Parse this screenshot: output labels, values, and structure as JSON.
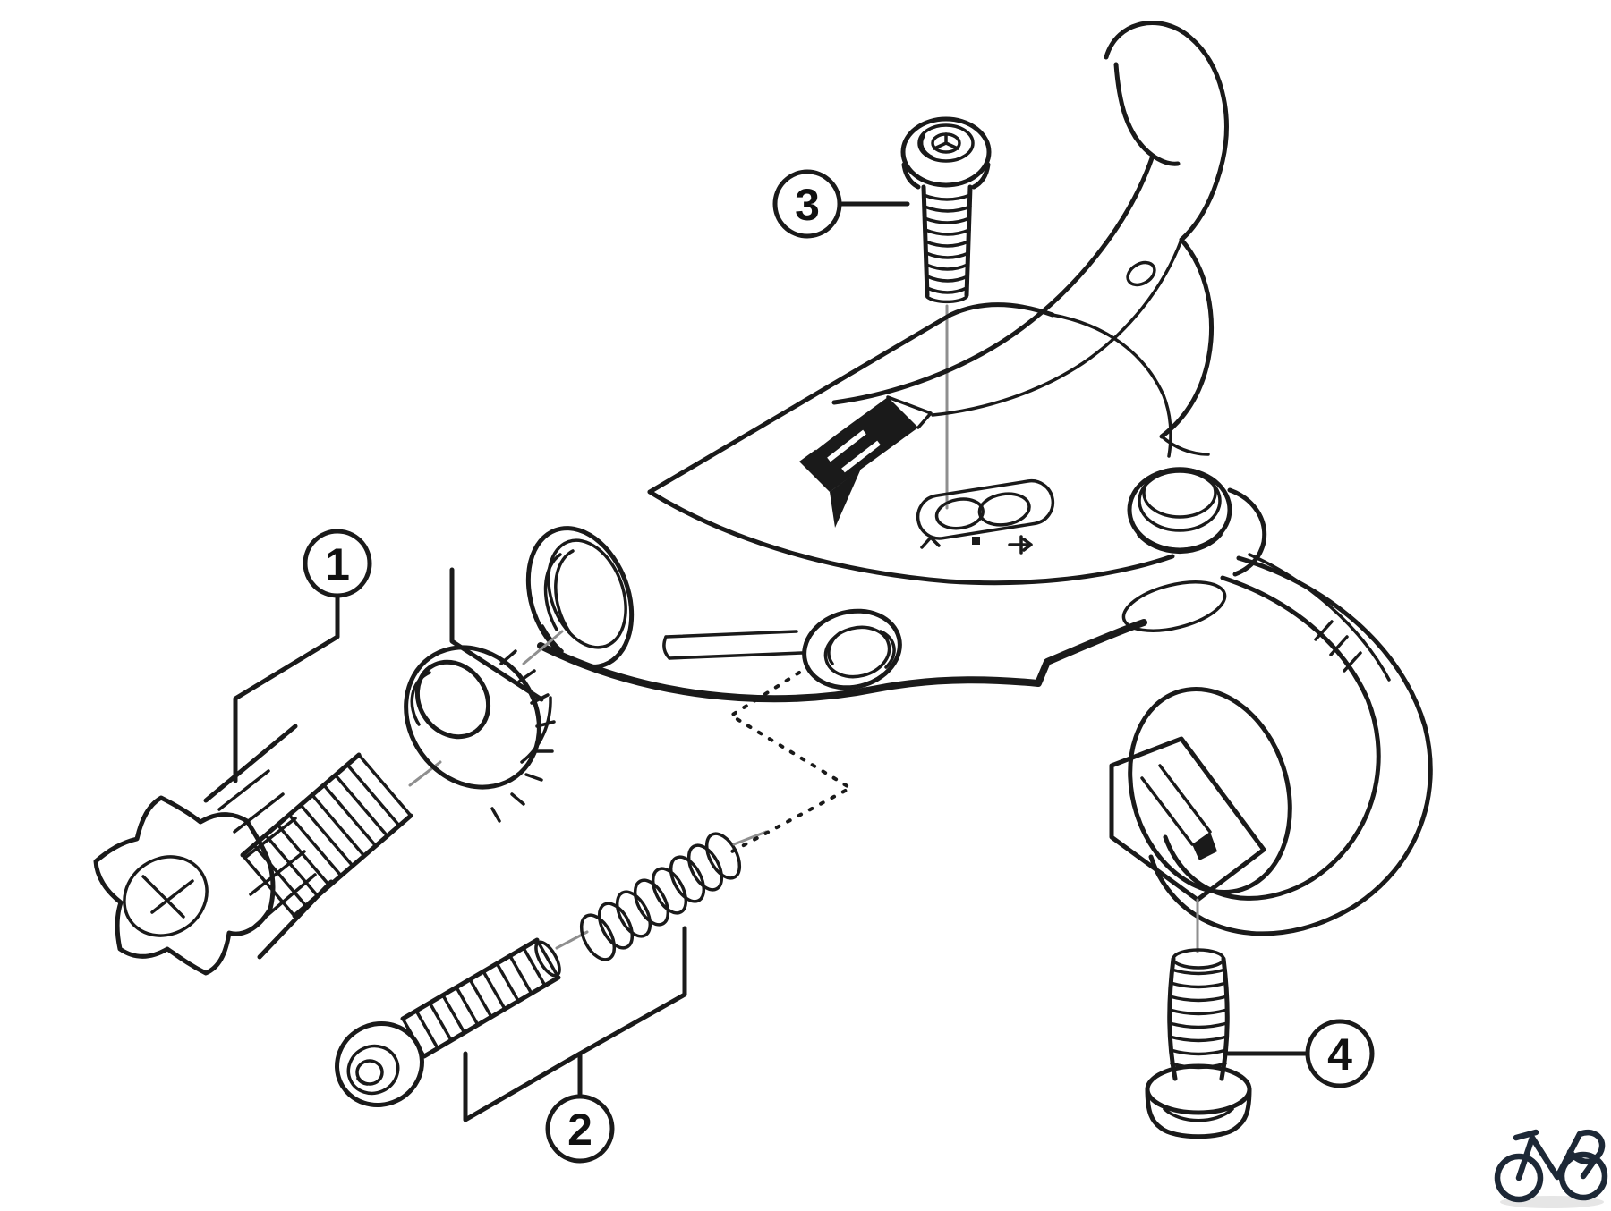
{
  "figure": {
    "kind": "exploded-parts-diagram",
    "background_color": "#ffffff",
    "ink_color": "#1a1a1a",
    "centerline_color": "#8f8f8f",
    "callouts": [
      {
        "label": "1"
      },
      {
        "label": "2"
      },
      {
        "label": "3"
      },
      {
        "label": "4"
      }
    ],
    "markings": [
      "caret-mark",
      "dot-mark",
      "plus-arrow-mark"
    ],
    "logo_mark": "dark-parallelogram-brand-mark",
    "watermark": {
      "icon": "bicycle-logo-icon",
      "color": "#1d2836"
    }
  }
}
